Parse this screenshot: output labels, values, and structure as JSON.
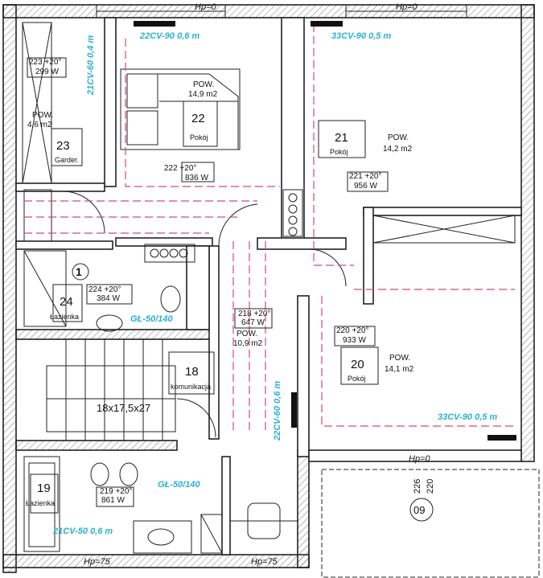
{
  "plan": {
    "top_level_labels": [
      "Hp=0",
      "Hp=0"
    ],
    "bottom_level_labels": [
      "Hp=75",
      "Hp=75"
    ],
    "balcony_level": "Hp=0",
    "balcony_dims": [
      "226",
      "220"
    ],
    "balcony_number": "09",
    "stairs": "18x17,5x27",
    "marker": "1"
  },
  "rooms": [
    {
      "number": "22",
      "name": "Pokój",
      "area_label": "POW.",
      "area": "14,9  m2",
      "temp": "222  +20°",
      "power": "836 W"
    },
    {
      "number": "21",
      "name": "Pokój",
      "area_label": "POW.",
      "area": "14,2  m2",
      "temp": "221  +20°",
      "power": "956 W"
    },
    {
      "number": "23",
      "name": "Garder.",
      "area_label": "POW.",
      "area": "4,6  m2",
      "temp": "223  +20°",
      "power": "299 W"
    },
    {
      "number": "24",
      "name": "Łazienka",
      "temp": "224  +20°",
      "power": "384 W"
    },
    {
      "number": "20",
      "name": "Pokój",
      "area_label": "POW.",
      "area": "14,1  m2",
      "temp": "220  +20°",
      "power": "933 W"
    },
    {
      "number": "18",
      "name": "komunikacja",
      "area_label": "POW.",
      "area": "10,9  m2",
      "temp": "218  +20°",
      "power": "647 W"
    },
    {
      "number": "19",
      "name": "Łazienka",
      "temp": "219  +20°",
      "power": "861 W"
    }
  ],
  "radiators": [
    "22CV-90 0,6 m",
    "33CV-90 0,5 m",
    "21CV-60 0,4 m",
    "GŁ-50/140",
    "33CV-90 0,5 m",
    "22CV-60 0,6 m",
    "GŁ-50/140",
    "21CV-50 0,6 m"
  ]
}
